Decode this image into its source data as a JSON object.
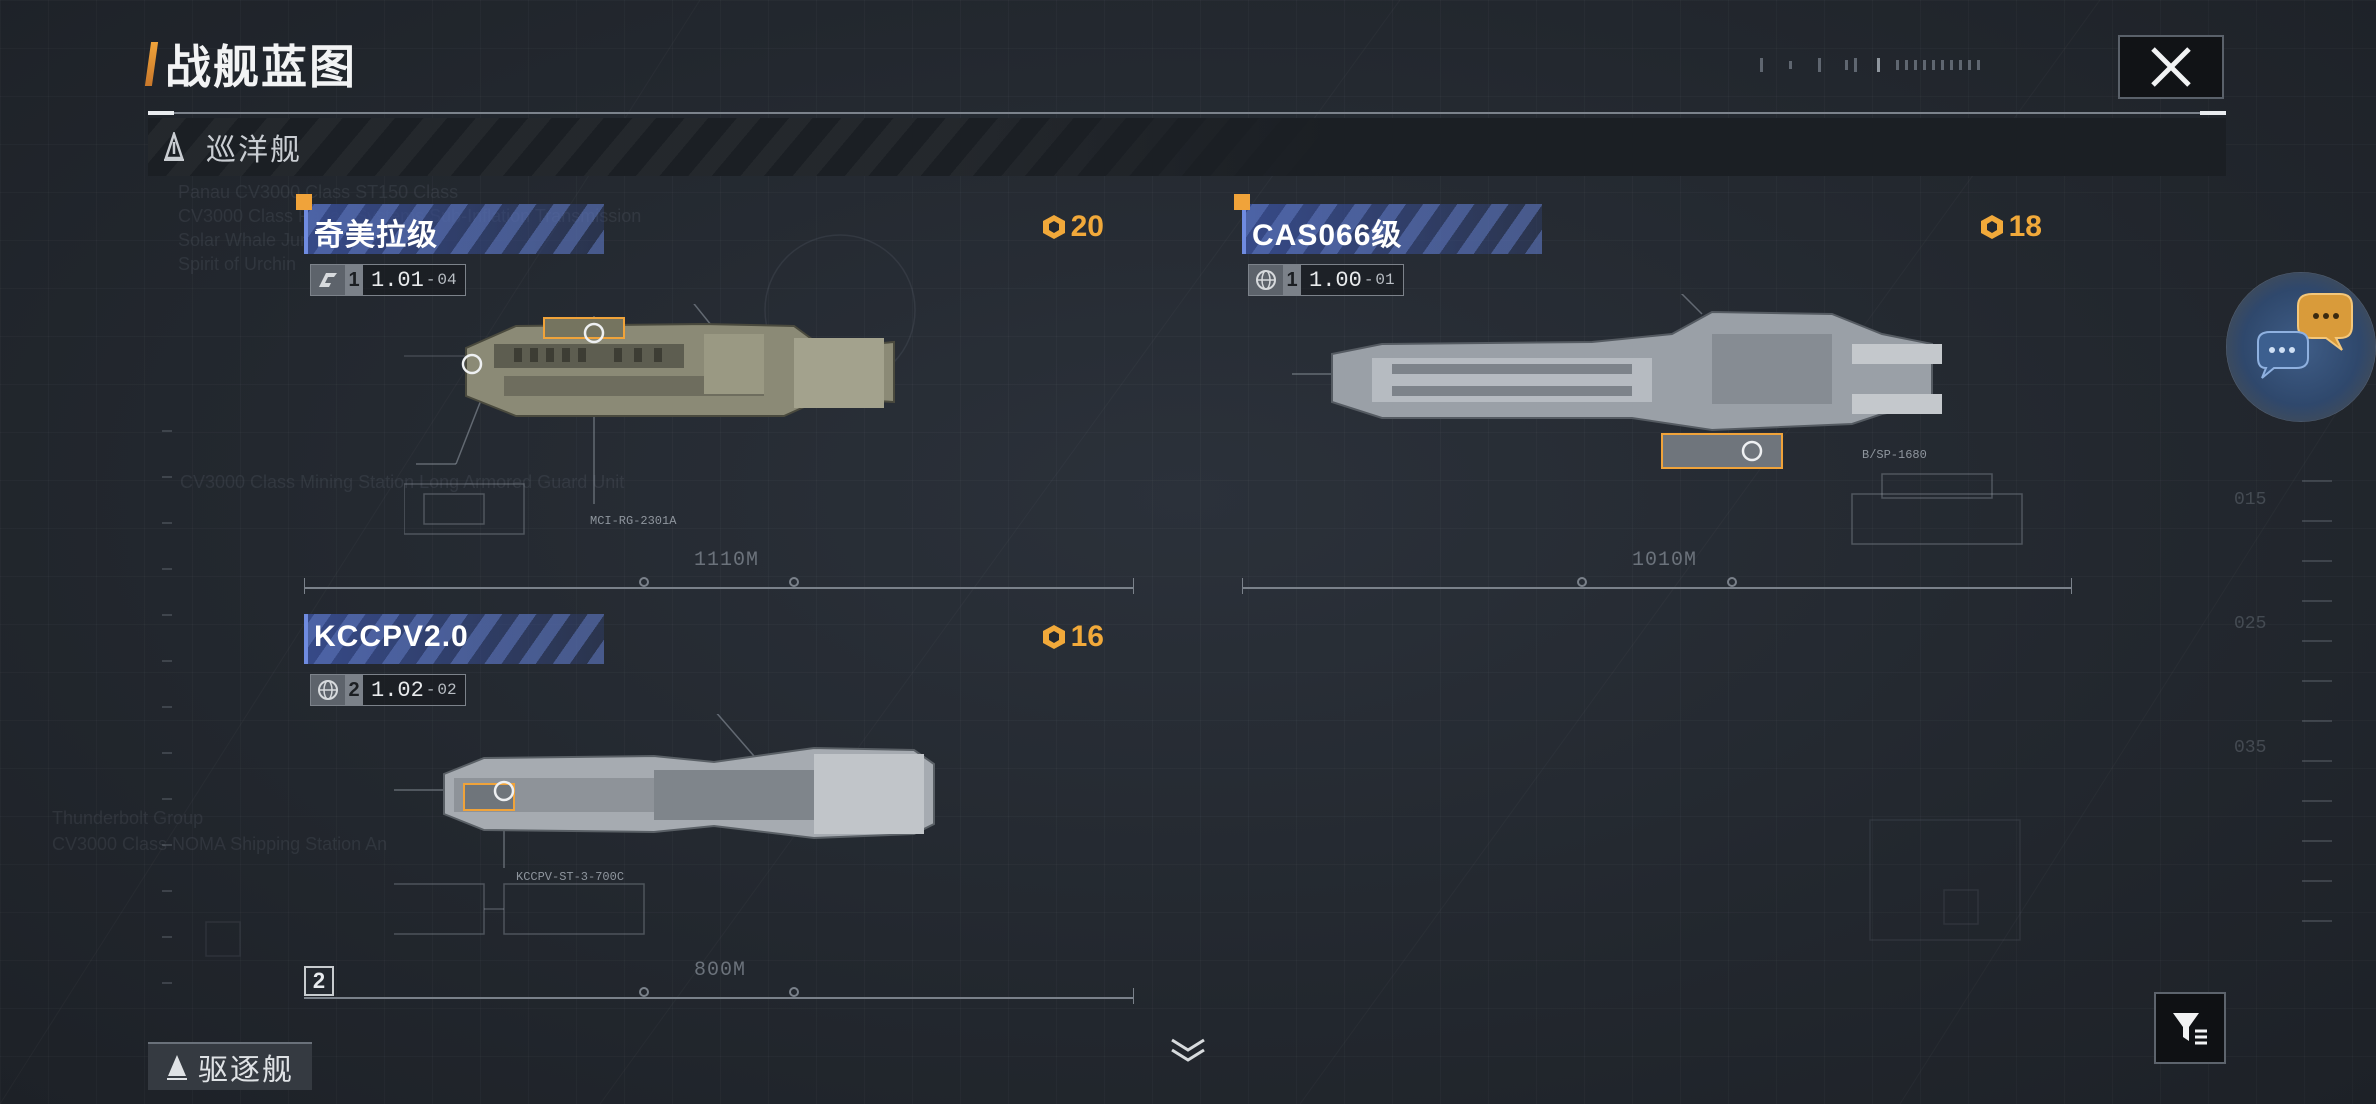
{
  "header": {
    "title": "战舰蓝图"
  },
  "category": {
    "label": "巡洋舰",
    "icon": "cruiser-icon"
  },
  "ships": [
    {
      "name": "奇美拉级",
      "points": "20",
      "faction_icon": "faction-emblem-icon",
      "level": "1",
      "version_main": "1.01",
      "version_sub": "04",
      "length": "1110M",
      "callout": "MCI-RG-2301A",
      "hull_color": "#8b8a76"
    },
    {
      "name": "CAS066级",
      "points": "18",
      "faction_icon": "globe-icon",
      "level": "1",
      "version_main": "1.00",
      "version_sub": "01",
      "length": "1010M",
      "callout": "B/SP-1680",
      "hull_color": "#9aa0a7"
    },
    {
      "name": "KCCPV2.0",
      "points": "16",
      "faction_icon": "globe-icon",
      "level": "2",
      "version_main": "1.02",
      "version_sub": "02",
      "length": "800M",
      "callout": "KCCPV-ST-3-700C",
      "hull_color": "#a6abb1",
      "count_badge": "2"
    }
  ],
  "bottom_tab": {
    "label": "驱逐舰"
  },
  "colors": {
    "accent": "#f0a33a",
    "ribbon": "#3b4f94",
    "background": "#262b32"
  }
}
